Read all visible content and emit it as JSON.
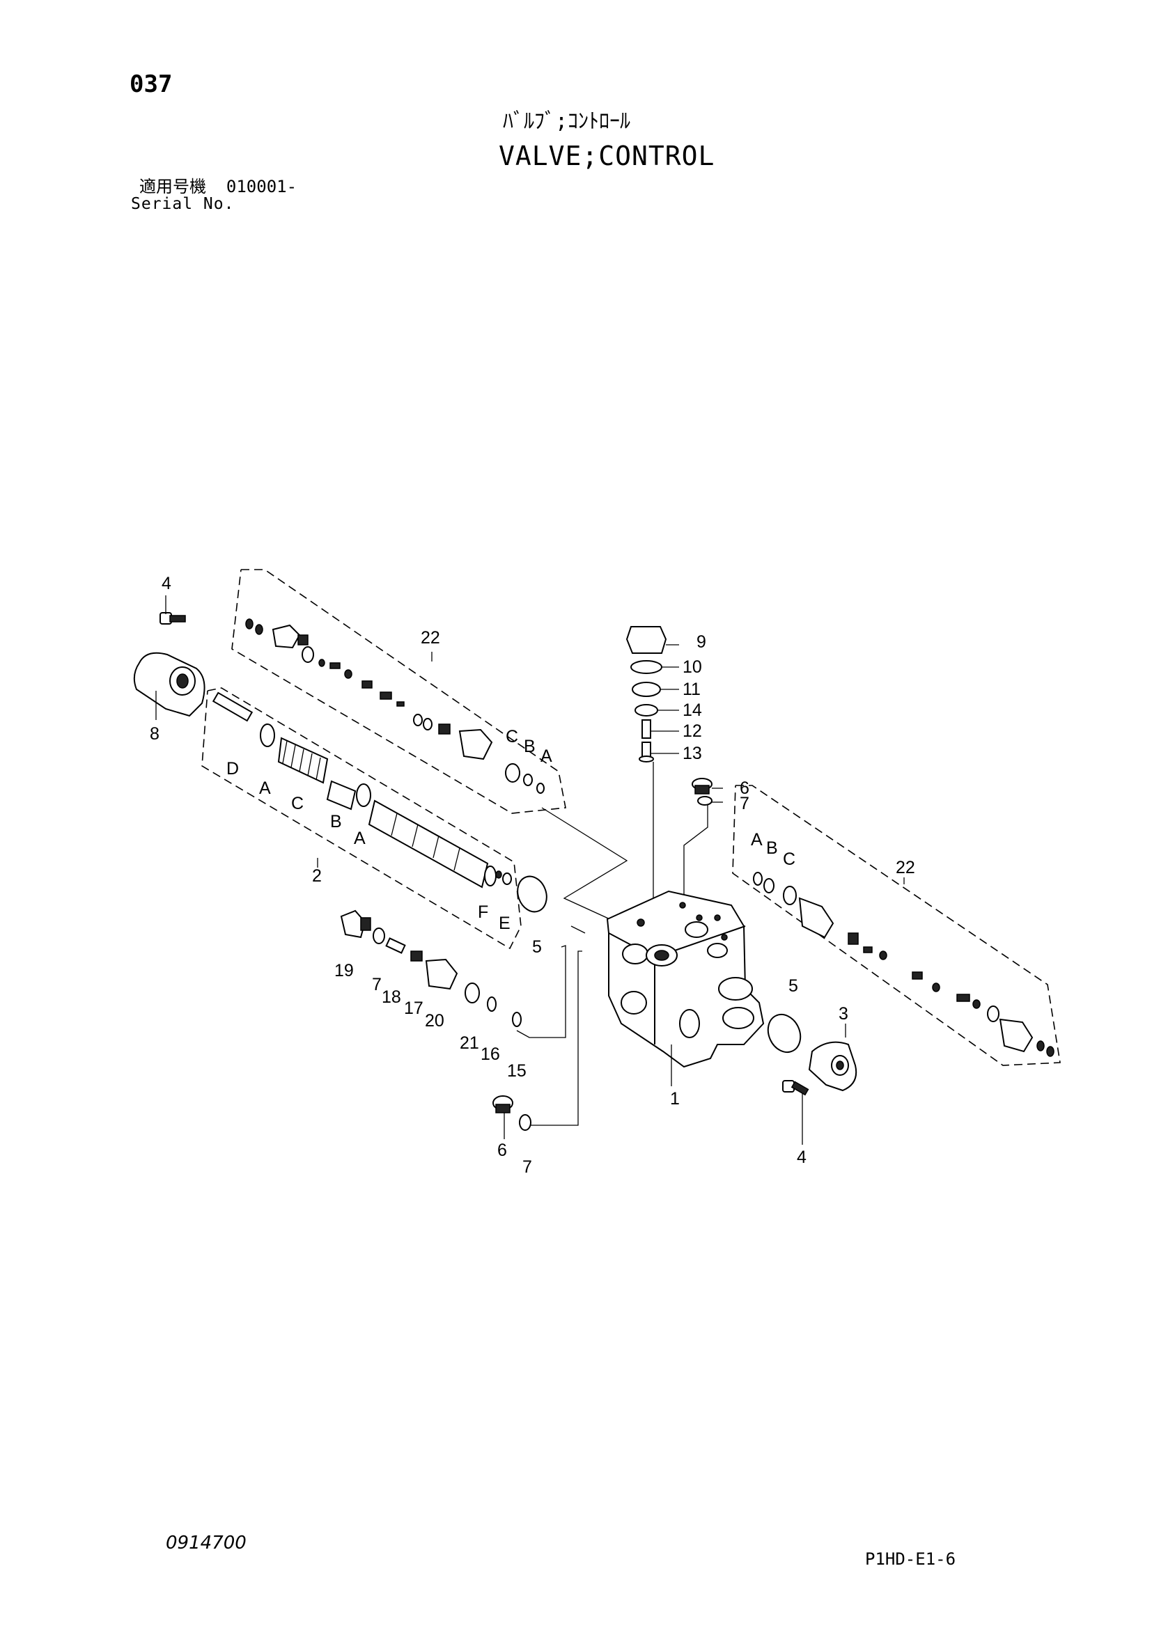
{
  "header": {
    "page_number": "037",
    "title_jp": "ﾊﾞﾙﾌﾞ;ｺﾝﾄﾛｰﾙ",
    "title_en": "VALVE;CONTROL",
    "serial_label_jp": "適用号機",
    "serial_value": "010001-",
    "serial_label_en": "Serial No."
  },
  "footer": {
    "drawing_code": "0914700",
    "page_code": "P1HD-E1-6"
  },
  "diagram": {
    "callouts": [
      {
        "id": "c4a",
        "label": "4"
      },
      {
        "id": "c8",
        "label": "8"
      },
      {
        "id": "c22a",
        "label": "22"
      },
      {
        "id": "cCa",
        "label": "C"
      },
      {
        "id": "cBa",
        "label": "B"
      },
      {
        "id": "cAa",
        "label": "A"
      },
      {
        "id": "cD",
        "label": "D"
      },
      {
        "id": "cAb",
        "label": "A"
      },
      {
        "id": "cCb",
        "label": "C"
      },
      {
        "id": "cBb",
        "label": "B"
      },
      {
        "id": "cAc",
        "label": "A"
      },
      {
        "id": "c2",
        "label": "2"
      },
      {
        "id": "cF",
        "label": "F"
      },
      {
        "id": "cE",
        "label": "E"
      },
      {
        "id": "c5a",
        "label": "5"
      },
      {
        "id": "c9",
        "label": "9"
      },
      {
        "id": "c10",
        "label": "10"
      },
      {
        "id": "c11",
        "label": "11"
      },
      {
        "id": "c14",
        "label": "14"
      },
      {
        "id": "c12",
        "label": "12"
      },
      {
        "id": "c13",
        "label": "13"
      },
      {
        "id": "c6a",
        "label": "6"
      },
      {
        "id": "c7a",
        "label": "7"
      },
      {
        "id": "cAd",
        "label": "A"
      },
      {
        "id": "cBd",
        "label": "B"
      },
      {
        "id": "cCd",
        "label": "C"
      },
      {
        "id": "c22b",
        "label": "22"
      },
      {
        "id": "c19",
        "label": "19"
      },
      {
        "id": "c7b",
        "label": "7"
      },
      {
        "id": "c18",
        "label": "18"
      },
      {
        "id": "c17",
        "label": "17"
      },
      {
        "id": "c20",
        "label": "20"
      },
      {
        "id": "c21",
        "label": "21"
      },
      {
        "id": "c16",
        "label": "16"
      },
      {
        "id": "c15",
        "label": "15"
      },
      {
        "id": "c5b",
        "label": "5"
      },
      {
        "id": "c3",
        "label": "3"
      },
      {
        "id": "c1",
        "label": "1"
      },
      {
        "id": "c4b",
        "label": "4"
      },
      {
        "id": "c6b",
        "label": "6"
      },
      {
        "id": "c7c",
        "label": "7"
      }
    ]
  }
}
